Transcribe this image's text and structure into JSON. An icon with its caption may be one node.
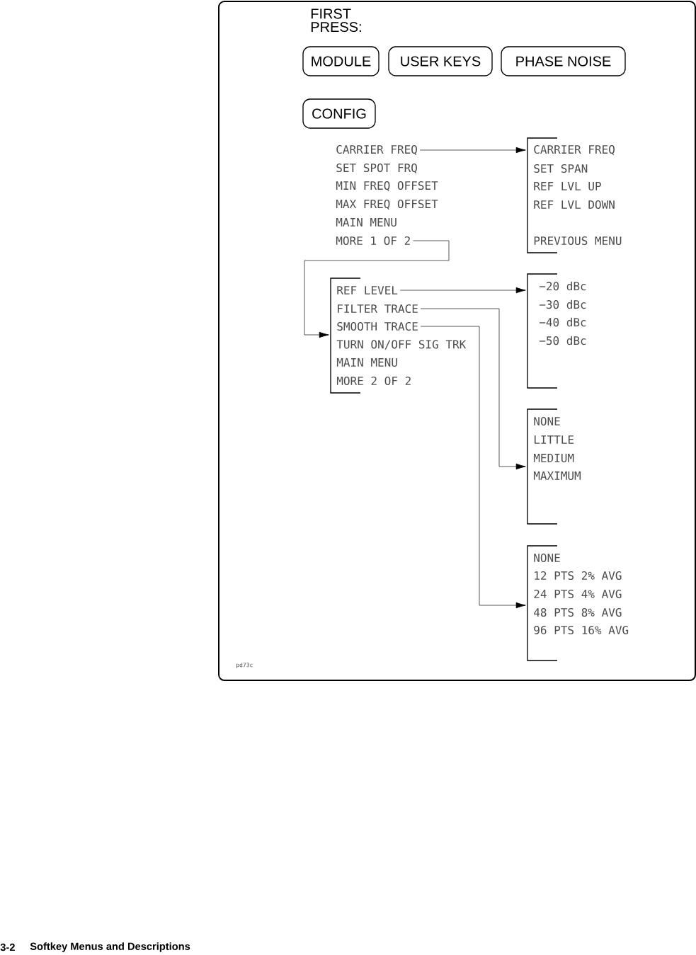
{
  "diagram": {
    "nodes": [
      {
        "text": [
          "MODULE"
        ]
      },
      {
        "text": [
          "USER KEYS"
        ]
      },
      {
        "text": [
          "PHASE NOISE"
        ]
      },
      {
        "text": [
          "CONFIG"
        ]
      },
      {
        "text": [
          "CARRIER FREQ"
        ]
      },
      {
        "text": [
          "SET SPOT FRQ"
        ]
      },
      {
        "text": [
          "MIN FREQ OFFSET"
        ]
      },
      {
        "text": [
          "MAX FREQ OFFSET"
        ]
      },
      {
        "text": [
          "MAIN MENU"
        ]
      },
      {
        "text": [
          "MORE 1 OF 2"
        ]
      },
      {
        "text": [],
        "shape": "bracket"
      },
      {
        "text": [
          "CARRIER FREQ"
        ]
      },
      {
        "text": [
          "SET SPAN"
        ]
      },
      {
        "text": [
          "REF LVL UP"
        ]
      },
      {
        "text": [
          "REF LVL DOWN"
        ]
      },
      {
        "text": [
          "PREVIOUS MENU"
        ]
      },
      {
        "text": [],
        "shape": "bracket"
      },
      {
        "text": [
          "REF LEVEL"
        ]
      },
      {
        "text": [
          "FILTER TRACE"
        ]
      },
      {
        "text": [
          "SMOOTH TRACE"
        ]
      },
      {
        "text": [
          "TURN ON/OFF SIG TRK"
        ]
      },
      {
        "text": [
          "MAIN MENU"
        ]
      },
      {
        "text": [
          "MORE 2 OF 2"
        ]
      },
      {
        "text": [],
        "shape": "bracket"
      },
      {
        "text": [
          "−20 dBc"
        ]
      },
      {
        "text": [
          "−30 dBc"
        ]
      },
      {
        "text": [
          "−40 dBc"
        ]
      },
      {
        "text": [
          "−50 dBc"
        ]
      },
      {
        "text": [],
        "shape": "bracket"
      },
      {
        "text": [
          "NONE"
        ]
      },
      {
        "text": [
          "LITTLE"
        ]
      },
      {
        "text": [
          "MEDIUM"
        ]
      },
      {
        "text": [
          "MAXIMUM"
        ]
      },
      {
        "text": [],
        "shape": "bracket"
      },
      {
        "text": [
          "NONE"
        ]
      },
      {
        "text": [
          "12 PTS 2% AVG"
        ]
      },
      {
        "text": [
          "24 PTS 4% AVG"
        ]
      },
      {
        "text": [
          "48 PTS 8% AVG"
        ]
      },
      {
        "text": [
          "96 PTS 16% AVG"
        ]
      }
    ],
    "edges": [
      {
        "from": 4,
        "to": 10,
        "arrow": "to"
      },
      {
        "from": 9,
        "to": 16,
        "arrow": "to"
      },
      {
        "from": 17,
        "to": 23,
        "arrow": "to"
      },
      {
        "from": 18,
        "to": 28,
        "arrow": "to"
      },
      {
        "from": 19,
        "to": 33,
        "arrow": "to"
      }
    ],
    "labels": [
      "FIRST PRESS:",
      "pd73c",
      "3-2",
      "Softkey Menus and Descriptions"
    ]
  }
}
